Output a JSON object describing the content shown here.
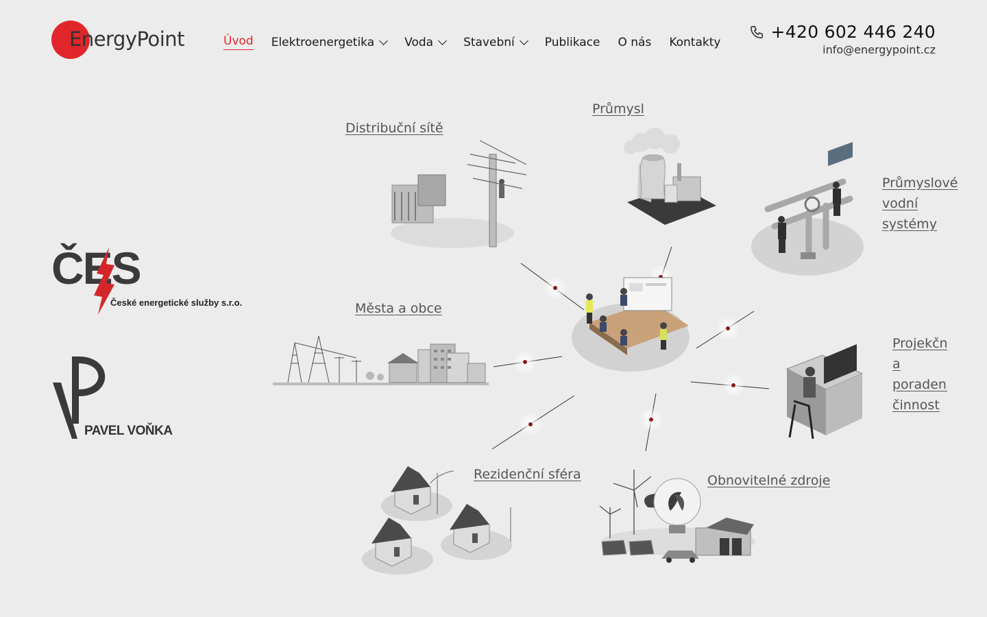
{
  "brand": {
    "name": "EnergyPoint",
    "accent": "#e0262a"
  },
  "nav": {
    "items": [
      {
        "label": "Úvod",
        "active": true,
        "dropdown": false
      },
      {
        "label": "Elektroenergetika",
        "active": false,
        "dropdown": true
      },
      {
        "label": "Voda",
        "active": false,
        "dropdown": true
      },
      {
        "label": "Stavební",
        "active": false,
        "dropdown": true
      },
      {
        "label": "Publikace",
        "active": false,
        "dropdown": false
      },
      {
        "label": "O nás",
        "active": false,
        "dropdown": false
      },
      {
        "label": "Kontakty",
        "active": false,
        "dropdown": false
      }
    ]
  },
  "contact": {
    "phone": "+420 602 446 240",
    "email": "info@energypoint.cz",
    "phone_icon": "phone-icon"
  },
  "partners": {
    "ces": {
      "mark": "ČES",
      "full_name": "České energetické služby s.r.o."
    },
    "pv": {
      "mark": "PV",
      "name": "PAVEL VOŇKA"
    }
  },
  "topics": {
    "distribucni": "Distribuční sítě",
    "prumysl": "Průmysl",
    "prumyslove_1": "Průmyslové",
    "prumyslove_2": "vodní",
    "prumyslove_3": "systémy",
    "mesta": "Města a obce",
    "projekcni_1": "Projekční",
    "projekcni_2": "a",
    "projekcni_3": "poradenská",
    "projekcni_4": "činnost",
    "rezidencni": "Rezidenční sféra",
    "obnovitelne": "Obnovitelné zdroje"
  }
}
